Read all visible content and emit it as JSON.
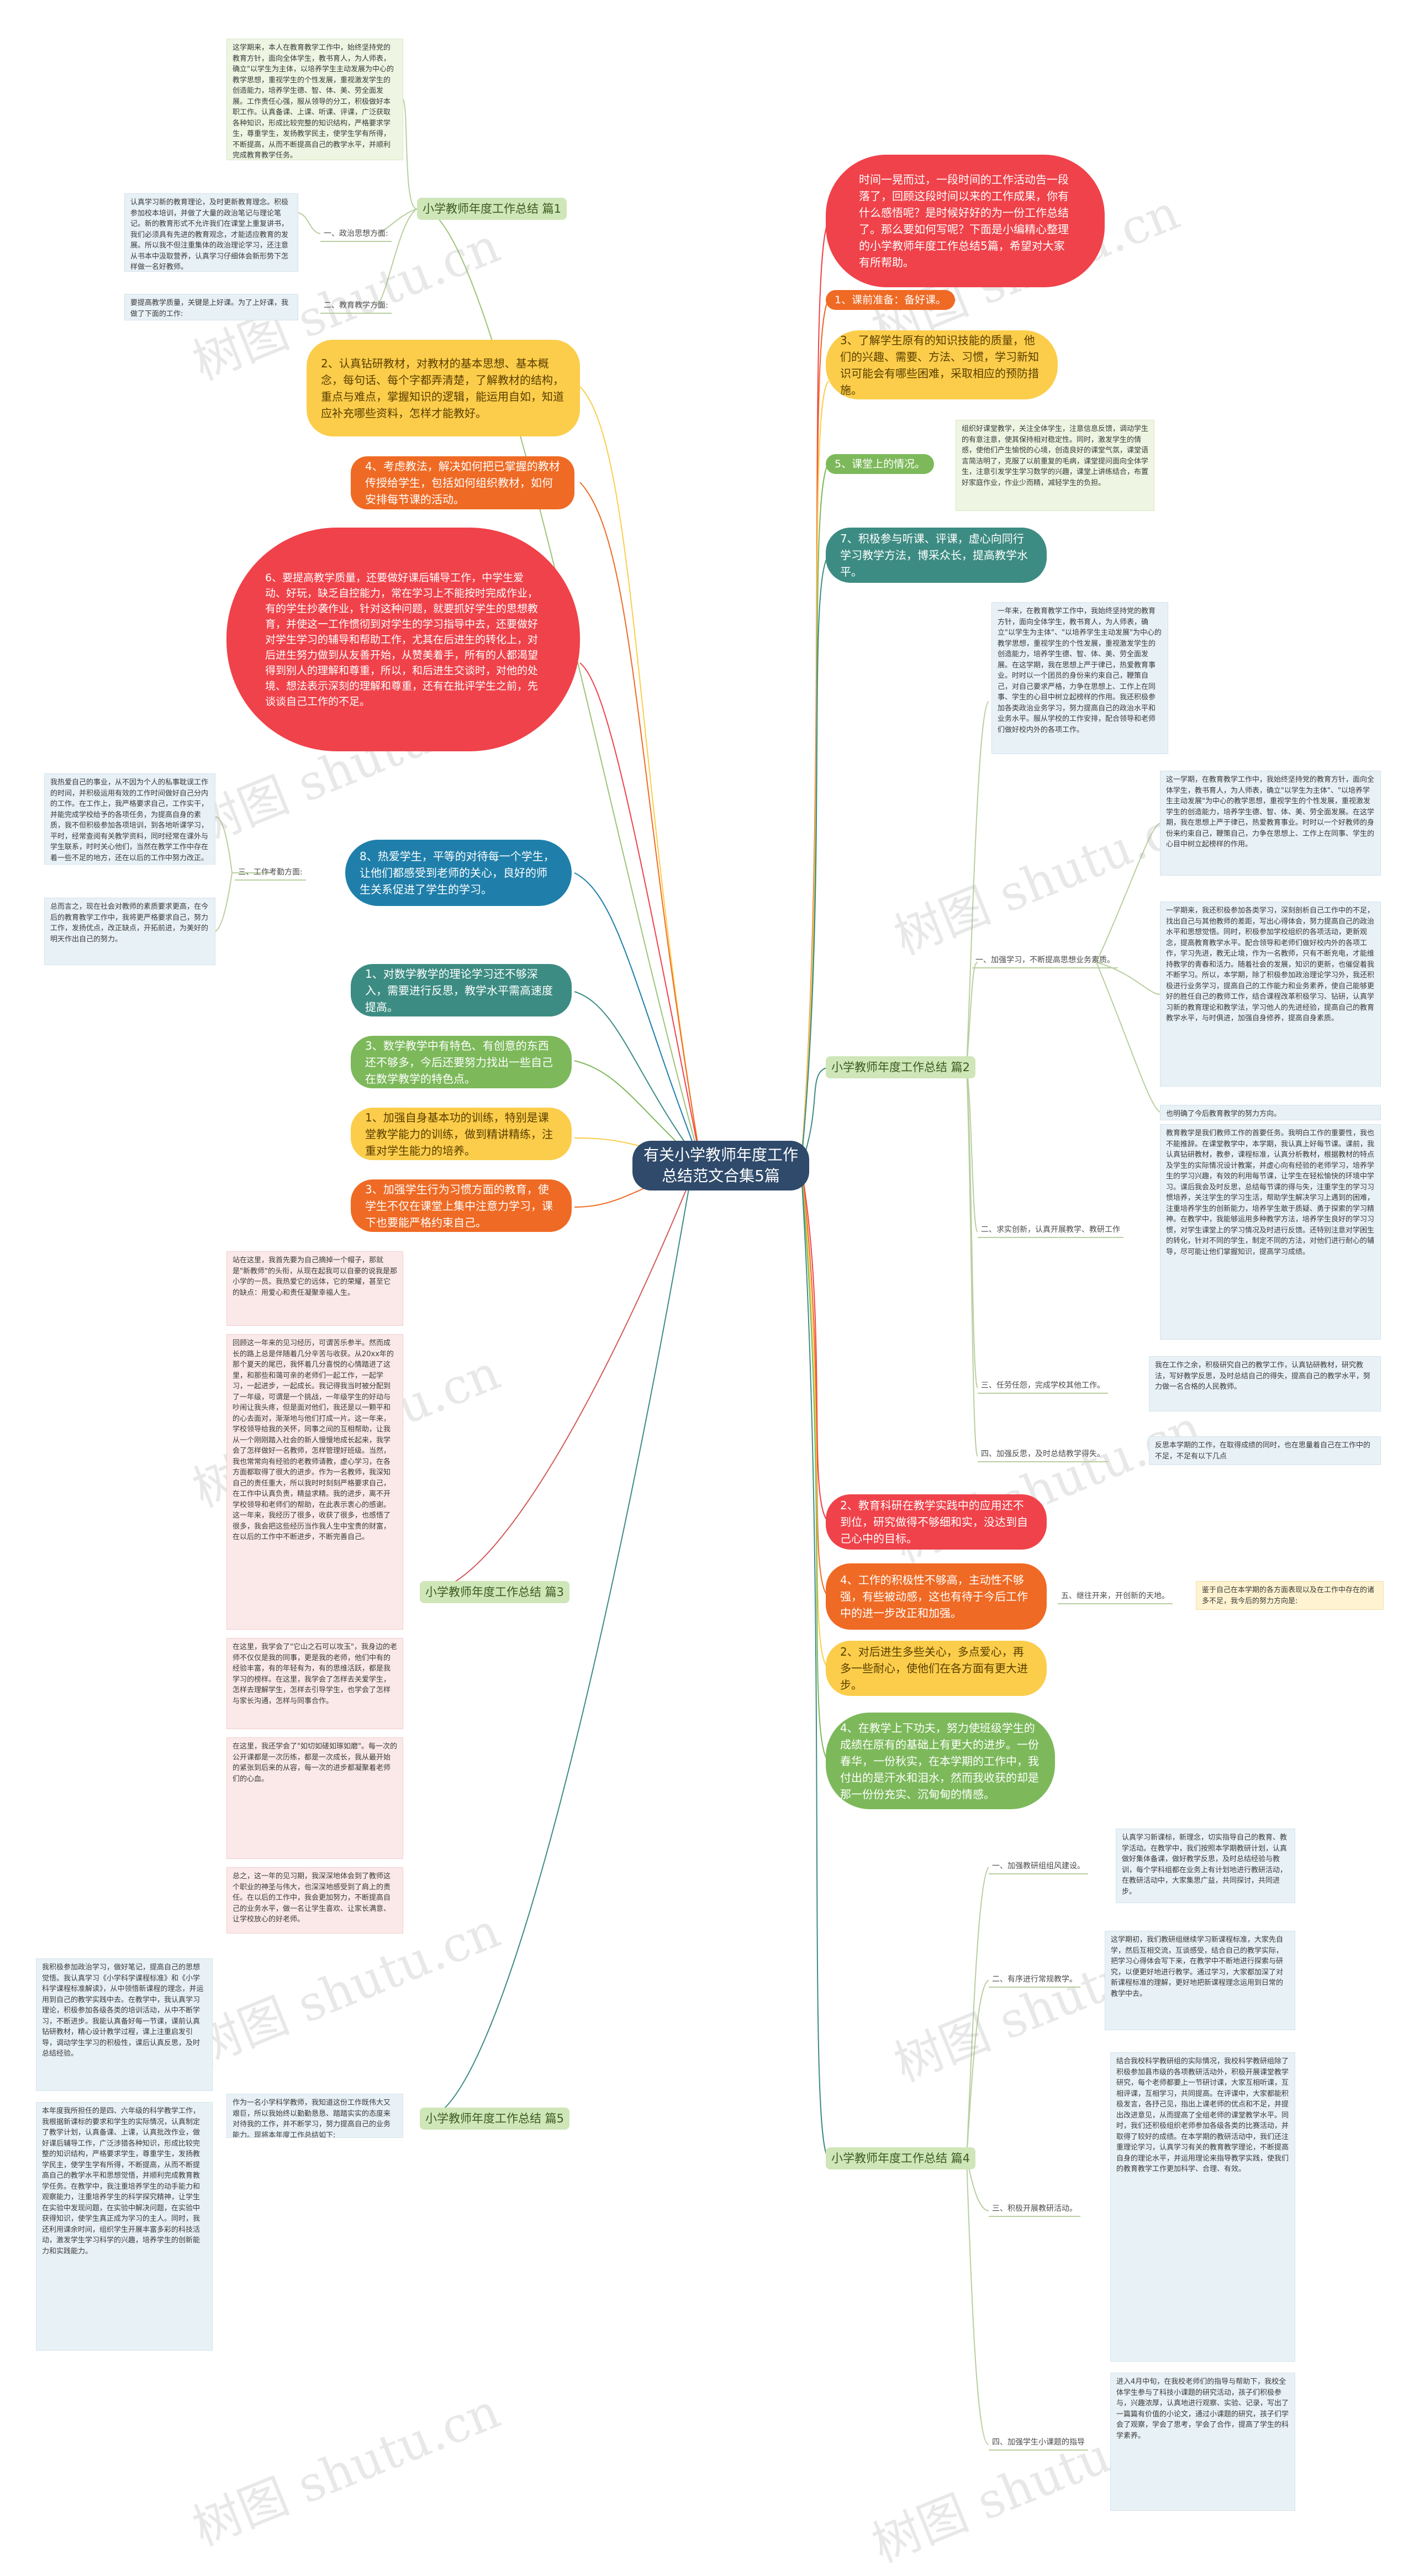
{
  "center_title": "有关小学教师年度工作总结范文合集5篇",
  "colors": {
    "center": "#2f4a6b",
    "branch": "#cfe6b8",
    "red": "#f0424a",
    "orange": "#ef6a24",
    "yellow": "#fbcd4b",
    "teal": "#3d8c83",
    "green": "#7db95b",
    "blue": "#1f7faa"
  },
  "watermark": "树图 shutu.cn",
  "branch1": {
    "title": "小学教师年度工作总结 篇1",
    "intro": "这学期来，本人在教育教学工作中，始终坚持党的教育方针，面向全体学生，教书育人，为人师表，确立\"以学生为主体，以培养学生主动发展为中心的教学思想，重视学生的个性发展，重视激发学生的创造能力，培养学生德、智、体、美、劳全面发展。工作责任心强，服从领导的分工，积极做好本职工作。认真备课、上课、听课、评课，广泛获取各种知识，形成比较完整的知识结构，严格要求学生，尊重学生，发扬教学民主，使学生学有所得，不断提高，从而不断提高自己的教学水平，并顺利完成教育教学任务。",
    "sub1_label": "一、政治思想方面:",
    "sub1_text": "认真学习新的教育理论，及时更新教育理念。积极参加校本培训，并做了大量的政治笔记与理论笔记。新的教育形式不允许我们在课堂上重复讲书，我们必须具有先进的教育观念，才能适应教育的发展。所以我不但注重集体的政治理论学习，还注意从书本中汲取营养，认真学习仔细体会新形势下怎样做一名好教师。",
    "sub2_label": "二、教育教学方面:",
    "sub2_text": "要提高教学质量，关键是上好课。为了上好课，我做了下面的工作:"
  },
  "left_items": [
    {
      "text": "2、认真钻研教材，对教材的基本思想、基本概念，每句话、每个字都弄清楚，了解教材的结构，重点与难点，掌握知识的逻辑，能运用自如，知道应补充哪些资料，怎样才能教好。"
    },
    {
      "text": "4、考虑教法，解决如何把已掌握的教材传授给学生，包括如何组织教材，如何安排每节课的活动。"
    },
    {
      "text": "6、要提高教学质量，还要做好课后辅导工作，中学生爱动、好玩，缺乏自控能力，常在学习上不能按时完成作业，有的学生抄袭作业，针对这种问题，就要抓好学生的思想教育，并使这一工作惯彻到对学生的学习指导中去，还要做好对学生学习的辅导和帮助工作，尤其在后进生的转化上，对后进生努力做到从友善开始，从赞美着手，所有的人都渴望得到别人的理解和尊重，所以，和后进生交谈时，对他的处境、想法表示深刻的理解和尊重，还有在批评学生之前，先谈谈自己工作的不足。"
    },
    {
      "text": "8、热爱学生，平等的对待每一个学生，让他们都感受到老师的关心，良好的师生关系促进了学生的学习。"
    }
  ],
  "left_sub3": {
    "label": "三、工作考勤方面:",
    "text1": "我热爱自己的事业，从不因为个人的私事耽误工作的时间，并积极运用有效的工作时间做好自己分内的工作。在工作上，我严格要求自己，工作实干，并能完成学校给予的各项任务，为提高自身的素质，我不但积极参加各项培训，到各地听课学习，平时，经常查阅有关教学资料，同时经常在课外与学生联系，时时关心他们，当然在教学工作中存在着一些不足的地方，还在以后的工作中努力改正。",
    "text2": "总而言之，现在社会对教师的素质要求更高，在今后的教育教学工作中，我将更严格要求自己，努力工作，发扬优点，改正缺点，开拓前进，为美好的明天作出自己的努力。"
  },
  "middle_left_items": [
    {
      "text": "1、对数学教学的理论学习还不够深入，需要进行反思，教学水平需高速度提高。"
    },
    {
      "text": "3、数学教学中有特色、有创意的东西还不够多，今后还要努力找出一些自己在数学教学的特色点。"
    },
    {
      "text": "1、加强自身基本功的训练，特别是课堂教学能力的训练，做到精讲精练，注重对学生能力的培养。"
    },
    {
      "text": "3、加强学生行为习惯方面的教育，使学生不仅在课堂上集中注意力学习，课下也要能严格约束自己。"
    }
  ],
  "right_top_items": [
    {
      "text": "时间一晃而过，一段时间的工作活动告一段落了，回顾这段时间以来的工作成果，你有什么感悟呢？是时候好好的为一份工作总结了。那么要如何写呢？下面是小编精心整理的小学教师年度工作总结5篇，希望对大家有所帮助。"
    },
    {
      "text": "1、课前准备：备好课。"
    },
    {
      "text": "3、了解学生原有的知识技能的质量，他们的兴趣、需要、方法、习惯，学习新知识可能会有哪些困难，采取相应的预防措施。"
    },
    {
      "text": "5、课堂上的情况。",
      "note": "组织好课堂教学，关注全体学生，注意信息反馈，调动学生的有意注意，使其保持相对稳定性。同时，激发学生的情感，使他们产生愉悦的心境，创造良好的课堂气氛，课堂语言简洁明了，克服了以前重复的毛病，课堂提问面向全体学生，注意引发学生学习数学的兴趣，课堂上讲练结合，布置好家庭作业，作业少而精，减轻学生的负担。"
    },
    {
      "text": "7、积极参与听课、评课，虚心向同行学习教学方法，博采众长，提高教学水平。"
    }
  ],
  "branch2": {
    "title": "小学教师年度工作总结 篇2",
    "intro": "一年来，在教育教学工作中，我始终坚持党的教育方针，面向全体学生，教书育人，为人师表，确立\"以学生为主体\"、\"以培养学生主动发展\"为中心的教学思想，重视学生的个性发展，重视激发学生的创造能力，培养学生德、智、体、美、劳全面发展。在这学期，我在思想上严于律已，热爱教育事业。时时以一个团员的身份来约束自己，鞭策自己，对自己要求严格，力争在思想上、工作上在同事、学生的心目中树立起榜样的作用。我还积极参加各类政治业务学习，努力提高自己的政治水平和业务水平。服从学校的工作安排，配合领导和老师们做好校内外的各项工作。",
    "sub1_label": "一、加强学习，不断提高思想业务素质。",
    "sub1_text1": "这一学期，在教育教学工作中，我始终坚持党的教育方针，面向全体学生，教书育人，为人师表，确立\"以学生为主体\"、\"以培养学生主动发展\"为中心的教学思想，重视学生的个性发展，重视激发学生的创造能力，培养学生德、智、体、美、劳全面发展。在这学期，我在思想上严于律已，热爱教育事业。时时以一个好教师的身份来约束自己，鞭策自己，力争在思想上、工作上在同事、学生的心目中树立起榜样的作用。",
    "sub1_text2": "一学期来，我还积极参加各类学习，深刻剖析自己工作中的不足，找出自己与其他教师的差距，写出心得体会，努力提高自己的政治水平和思想觉悟。同时，积极参加学校组织的各项活动，更新观念，提高教育教学水平。配合领导和老师们做好校内外的各项工作，学习先进，教无止境，作为一名教师，只有不断充电，才能维持教学的青春和活力。随着社会的发展，知识的更新，也催促着我不断学习。所以，本学期，除了积极参加政治理论学习外，我还积极进行业务学习，提高自己的工作能力和业务素养，使自己能够更好的胜任自己的教师工作，结合课程改革积极学习、钻研，认真学习新的教育理论和教学法，学习他人的先进经验，提高自己的教育教学水平，与时俱进，加强自身修养，提高自身素质。",
    "sub1_text3": "也明确了今后教育教学的努力方向。",
    "sub2_label": "二、求实创新，认真开展教学、教研工作",
    "sub2_text": "教育教学是我们教师工作的首要任务。我明白工作的重要性，我也不能推辞。在课堂教学中，本学期，我认真上好每节课。课前，我认真钻研教材，教参，课程标准，认真分析教材，根据教材的特点及学生的实际情况设计教案，并虚心向有经验的老师学习，培养学生的学习兴趣，有效的利用每节课，让学生在轻松愉快的环境中学习。课后我会及时反思，总结每节课的得与失，注重学生的学习习惯培养，关注学生的学习生活，帮助学生解决学习上遇到的困难，注重培养学生的创新能力，培养学生敢于质疑、勇于探索的学习精神。在教学中，我能够运用多种教学方法，培养学生良好的学习习惯，对学生课堂上的学习情况及时进行反馈。还特别注意对学困生的转化，针对不同的学生，制定不同的方法，对他们进行耐心的辅导，尽可能让他们掌握知识，提高学习成绩。",
    "sub3_label": "三、任劳任怨，完成学校其他工作。",
    "sub3_text": "我在工作之余，积极研究自己的教学工作，认真钻研教材，研究教法，写好教学反思，及时总结自己的得失，提高自己的教学水平，努力做一名合格的人民教师。",
    "sub4_label": "四、加强反思，及时总结教学得失。",
    "sub4_text": "反思本学期的工作，在取得成绩的同时，也在思量着自己在工作中的不足，不足有以下几点"
  },
  "right_middle_items": [
    {
      "text": "2、教育科研在教学实践中的应用还不到位，研究做得不够细和实，没达到自己心中的目标。"
    },
    {
      "text": "4、工作的积极性不够高，主动性不够强，有些被动感，这也有待于今后工作中的进一步改正和加强。",
      "sub_label": "五、继往开来，开创新的天地。",
      "sub_text": "鉴于自己在本学期的各方面表现以及在工作中存在的诸多不足，我今后的努力方向是:"
    },
    {
      "text": "2、对后进生多些关心，多点爱心，再多一些耐心，使他们在各方面有更大进步。"
    },
    {
      "text": "4、在教学上下功夫，努力使班级学生的成绩在原有的基础上有更大的进步。一份春华，一份秋实，在本学期的工作中，我付出的是汗水和泪水，然而我收获的却是那一份份充实、沉甸甸的情感。"
    }
  ],
  "branch3": {
    "title": "小学教师年度工作总结 篇3",
    "notes": [
      "站在这里，我首先要为自己摘掉一个帽子，那就是\"新教师\"的头衔，从现在起我可以自豪的说我是那小学的一员。我热爱它的远体，它的荣耀，甚至它的缺点：用爱心和责任凝聚幸福人生。",
      "回顾这一年来的见习经历，可谓苦乐参半。然而成长的路上总是伴随着几分辛苦与收获。从20xx年的那个夏天的尾巴，我怀着几分喜悦的心情踏进了这里，和那些和蔼可亲的老师们一起工作，一起学习，一起进步，一起成长。我记得我当时被分配到了一年级，可谓是一个挑战，一年级学生的好动与吵闹让我头疼，但是面对他们，我还是以一颗平和的心去面对，渐渐地与他们打成一片。这一年来，学校领导给我的关怀，同事之间的互相帮助，让我从一个刚刚踏入社会的新人慢慢地成长起来，我学会了怎样做好一名教师，怎样管理好班级。当然，我也常常向有经验的老教师请教，虚心学习，在各方面都取得了很大的进步。作为一名教师，我深知自己的责任重大，所以我时时刻刻严格要求自己，在工作中认真负责，精益求精。我的进步，离不开学校领导和老师们的帮助，在此表示衷心的感谢。这一年来，我经历了很多，收获了很多，也感悟了很多，我会把这些经历当作我人生中宝贵的财富，在以后的工作中不断进步，不断完善自己。",
      "在这里，我学会了\"它山之石可以攻玉\"，我身边的老师不仅仅是我的同事，更是我的老师，他们中有的经验丰富，有的年轻有为，有的思维活跃，都是我学习的榜样。在这里，我学会了怎样去关爱学生，怎样去理解学生，怎样去引导学生，也学会了怎样与家长沟通，怎样与同事合作。",
      "在这里，我还学会了\"如切如磋如琢如磨\"。每一次的公开课都是一次历练，都是一次成长，我从最开始的紧张到后来的从容，每一次的进步都凝聚着老师们的心血。",
      "总之，这一年的见习期，我深深地体会到了教师这个职业的神圣与伟大，也深深地感受到了肩上的责任。在以后的工作中，我会更加努力，不断提高自己的业务水平，做一名让学生喜欢、让家长满意、让学校放心的好老师。"
    ]
  },
  "branch4": {
    "title": "小学教师年度工作总结 篇4",
    "sub1_label": "一、加强教研组组风建设。",
    "sub1_text": "认真学习新课标，新理念，切实指导自己的教育、教学活动。在教学中，我们按照本学期教研计划，认真做好集体备课，做好教学反思，及时总结经验与教训，每个学科组都在业务上有计划地进行教研活动，在教研活动中，大家集思广益，共同探讨，共同进步。",
    "sub2_label": "二、有序进行常规教学。",
    "sub2_text": "这学期初，我们教研组继续学习新课程标准，大家先自学，然后互相交流，互谈感受，结合自己的教学实际，把学习心得体会写下来，在教学中不断地进行探索与研究，以便更好地进行教学。通过学习，大家都加深了对新课程标准的理解，更好地把新课程理念运用到日常的教学中去。",
    "sub3_label": "三、积极开展教研活动。",
    "sub3_text": "结合我校科学教研组的实际情况，我校科学教研组除了积极参加县市级的各项教研活动外，积极开展课堂教学研究，每个老师都要上一节研讨课，大家互相听课，互相评课，互相学习，共同提高。在评课中，大家都能积极发言，各抒己见，指出上课老师的优点和不足，并提出改进意见，从而提高了全组老师的课堂教学水平。同时，我们还积极组织老师参加各级各类的比赛活动，并取得了较好的成绩。在本学期的教研活动中，我们还注重理论学习，认真学习有关的教育教学理论，不断提高自身的理论水平，并运用理论来指导教学实践，使我们的教育教学工作更加科学、合理、有效。",
    "sub4_label": "四、加强学生小课题的指导",
    "sub4_text": "进入4月中旬，在我校老师们的指导与帮助下，我校全体学生参与了科技小课题的研究活动，孩子们积极参与，兴趣浓厚，认真地进行观察、实验、记录，写出了一篇篇有价值的小论文，通过小课题的研究，孩子们学会了观察，学会了思考，学会了合作，提高了学生的科学素养。"
  },
  "branch5": {
    "title": "小学教师年度工作总结 篇5",
    "intro": "作为一名小学科学教师，我知道这份工作既伟大又艰巨，所以我始终以勤勤恳恳、踏踏实实的态度来对待我的工作，并不断学习，努力提高自己的业务能力。现将本年度工作总结如下:",
    "note1": "我积极参加政治学习，做好笔记，提高自己的思想觉悟。我认真学习《小学科学课程标准》和《小学科学课程标准解读》，从中领悟新课程的理念，并运用到自己的教学实践中去。在教学中，我认真学习理论，积极参加各级各类的培训活动，从中不断学习，不断进步。我能认真备好每一节课，课前认真钻研教材，精心设计教学过程，课上注重启发引导，调动学生学习的积极性，课后认真反思，及时总结经验。",
    "note2": "本年度我所担任的是四、六年级的科学教学工作，我根据新课标的要求和学生的实际情况，认真制定了教学计划，认真备课、上课，认真批改作业，做好课后辅导工作，广泛涉猎各种知识，形成比较完整的知识结构，严格要求学生，尊重学生，发扬教学民主，使学生学有所得，不断提高，从而不断提高自己的教学水平和思想觉悟，并顺利完成教育教学任务。在教学中，我注重培养学生的动手能力和观察能力，注重培养学生的科学探究精神，让学生在实验中发现问题，在实验中解决问题，在实验中获得知识，使学生真正成为学习的主人。同时，我还利用课余时间，组织学生开展丰富多彩的科技活动，激发学生学习科学的兴趣，培养学生的创新能力和实践能力。"
  }
}
